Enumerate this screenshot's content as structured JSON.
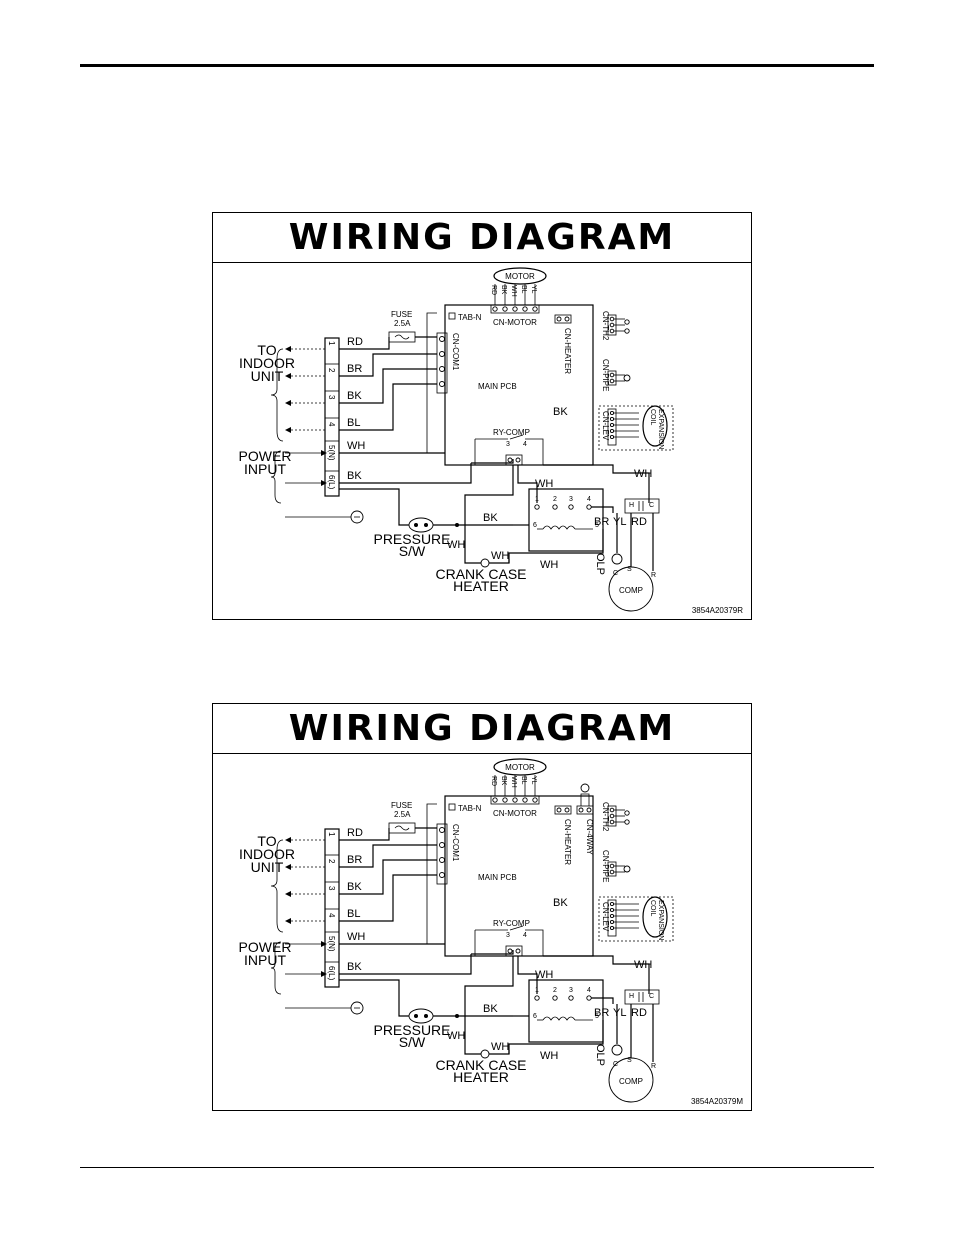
{
  "diagrams": [
    {
      "title": "WIRING DIAGRAM",
      "code": "3854A20379R",
      "has_4way": false,
      "labels": {
        "motor": "MOTOR",
        "motor_pins": [
          "RD",
          "BK",
          "WH",
          "BL",
          "YL"
        ],
        "cn_motor": "CN-MOTOR",
        "tab_n": "TAB-N",
        "fuse": "FUSE",
        "fuse_rating": "2.5A",
        "cn_com1": "CN-COM1",
        "main_pcb": "MAIN PCB",
        "cn_heater": "CN-HEATER",
        "cn_th2": "CN-TH2",
        "cn_pipe": "CN-PIPE",
        "cn_lev": "CN-LEV",
        "exp_coil": "EXPANSION COIL",
        "ry_comp": "RY-COMP",
        "relay_pins": [
          "3",
          "4"
        ],
        "to_indoor_unit": "TO INDOOR UNIT",
        "power_input": "POWER INPUT",
        "terminals": [
          "1",
          "2",
          "3",
          "4",
          "5(N)",
          "6(L)"
        ],
        "wire_colors": [
          "RD",
          "BR",
          "BK",
          "BL",
          "WH",
          "BK"
        ],
        "pressure_sw": "PRESSURE S/W",
        "crank_case_heater": "CRANK CASE HEATER",
        "olp": "OLP",
        "comp": "COMP",
        "comp_terminals": [
          "C",
          "S",
          "R"
        ],
        "cap_terminals": [
          "H",
          "C"
        ],
        "contactor_pins": [
          "1",
          "2",
          "3",
          "4",
          "6",
          "5"
        ],
        "wh": "WH",
        "bk": "BK",
        "br": "BR",
        "yl": "YL",
        "rd": "RD"
      }
    },
    {
      "title": "WIRING DIAGRAM",
      "code": "3854A20379M",
      "has_4way": true,
      "labels": {
        "motor": "MOTOR",
        "motor_pins": [
          "RD",
          "BK",
          "WH",
          "BL",
          "YL"
        ],
        "cn_motor": "CN-MOTOR",
        "tab_n": "TAB-N",
        "fuse": "FUSE",
        "fuse_rating": "2.5A",
        "cn_com1": "CN-COM1",
        "main_pcb": "MAIN PCB",
        "cn_heater": "CN-HEATER",
        "cn_4way": "CN-4WAY",
        "cn_th2": "CN-TH2",
        "cn_pipe": "CN-PIPE",
        "cn_lev": "CN-LEV",
        "exp_coil": "EXPANSION COIL",
        "ry_comp": "RY-COMP",
        "relay_pins": [
          "3",
          "4"
        ],
        "to_indoor_unit": "TO INDOOR UNIT",
        "power_input": "POWER INPUT",
        "terminals": [
          "1",
          "2",
          "3",
          "4",
          "5(N)",
          "6(L)"
        ],
        "wire_colors": [
          "RD",
          "BR",
          "BK",
          "BL",
          "WH",
          "BK"
        ],
        "pressure_sw": "PRESSURE S/W",
        "crank_case_heater": "CRANK CASE HEATER",
        "olp": "OLP",
        "comp": "COMP",
        "comp_terminals": [
          "C",
          "S",
          "R"
        ],
        "cap_terminals": [
          "H",
          "C"
        ],
        "contactor_pins": [
          "1",
          "2",
          "3",
          "4",
          "6",
          "5"
        ],
        "wh": "WH",
        "bk": "BK",
        "br": "BR",
        "yl": "YL",
        "rd": "RD"
      }
    }
  ]
}
